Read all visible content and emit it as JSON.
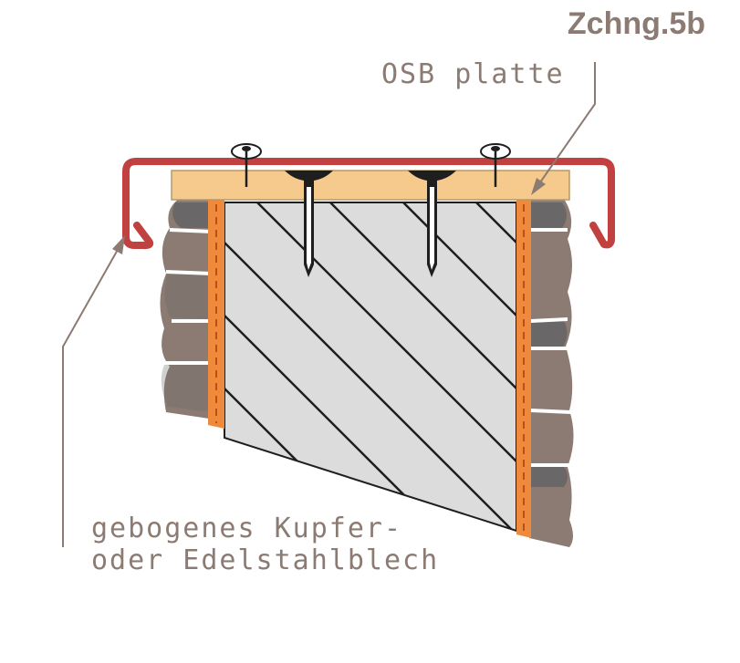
{
  "drawing": {
    "title": "Zchng.5b"
  },
  "labels": {
    "osb": "OSB platte",
    "sheet_line1": "gebogenes Kupfer-",
    "sheet_line2": "oder Edelstahlblech"
  },
  "colors": {
    "label_text": "#8c7b73",
    "arrow": "#8c7b73",
    "sheet_metal": "#c0413f",
    "osb_board": "#f6c98c",
    "insulation_strip": "#ef8a3c",
    "wall_core": "#dcdcdc",
    "stone": "#8c7b73",
    "stone_dark": "#696767"
  },
  "icons": {
    "nail": "nail-icon",
    "screw": "screw-with-washer-icon"
  }
}
